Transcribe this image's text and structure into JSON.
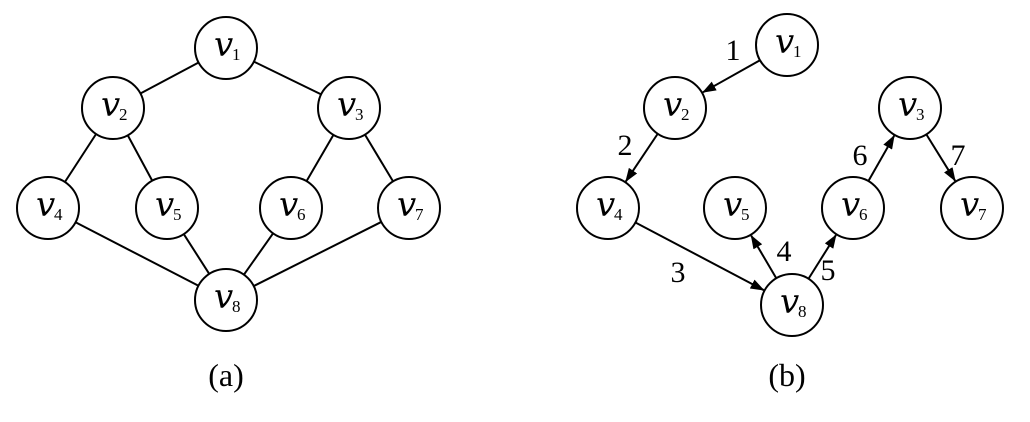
{
  "diagrams": [
    {
      "id": "a",
      "caption": "(a)",
      "directed": false,
      "nodes": [
        {
          "id": "v1",
          "name": "v",
          "sub": "1"
        },
        {
          "id": "v2",
          "name": "v",
          "sub": "2"
        },
        {
          "id": "v3",
          "name": "v",
          "sub": "3"
        },
        {
          "id": "v4",
          "name": "v",
          "sub": "4"
        },
        {
          "id": "v5",
          "name": "v",
          "sub": "5"
        },
        {
          "id": "v6",
          "name": "v",
          "sub": "6"
        },
        {
          "id": "v7",
          "name": "v",
          "sub": "7"
        },
        {
          "id": "v8",
          "name": "v",
          "sub": "8"
        }
      ],
      "edges": [
        {
          "from": "v1",
          "to": "v2"
        },
        {
          "from": "v1",
          "to": "v3"
        },
        {
          "from": "v2",
          "to": "v4"
        },
        {
          "from": "v2",
          "to": "v5"
        },
        {
          "from": "v3",
          "to": "v6"
        },
        {
          "from": "v3",
          "to": "v7"
        },
        {
          "from": "v4",
          "to": "v8"
        },
        {
          "from": "v5",
          "to": "v8"
        },
        {
          "from": "v6",
          "to": "v8"
        },
        {
          "from": "v7",
          "to": "v8"
        }
      ]
    },
    {
      "id": "b",
      "caption": "(b)",
      "directed": true,
      "nodes": [
        {
          "id": "v1",
          "name": "v",
          "sub": "1"
        },
        {
          "id": "v2",
          "name": "v",
          "sub": "2"
        },
        {
          "id": "v3",
          "name": "v",
          "sub": "3"
        },
        {
          "id": "v4",
          "name": "v",
          "sub": "4"
        },
        {
          "id": "v5",
          "name": "v",
          "sub": "5"
        },
        {
          "id": "v6",
          "name": "v",
          "sub": "6"
        },
        {
          "id": "v7",
          "name": "v",
          "sub": "7"
        },
        {
          "id": "v8",
          "name": "v",
          "sub": "8"
        }
      ],
      "edges": [
        {
          "from": "v1",
          "to": "v2",
          "label": "1"
        },
        {
          "from": "v2",
          "to": "v4",
          "label": "2"
        },
        {
          "from": "v4",
          "to": "v8",
          "label": "3"
        },
        {
          "from": "v8",
          "to": "v5",
          "label": "4"
        },
        {
          "from": "v8",
          "to": "v6",
          "label": "5"
        },
        {
          "from": "v6",
          "to": "v3",
          "label": "6"
        },
        {
          "from": "v3",
          "to": "v7",
          "label": "7"
        }
      ]
    }
  ]
}
